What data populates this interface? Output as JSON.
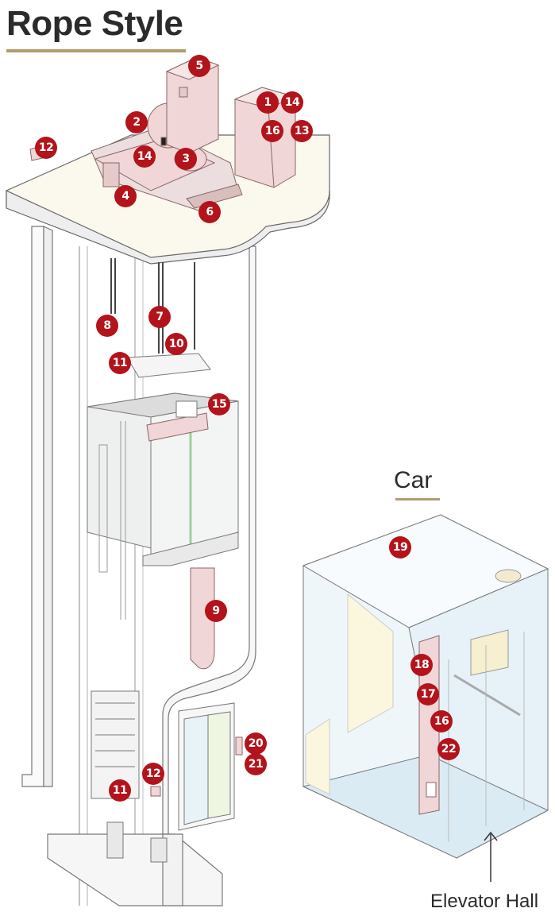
{
  "header": {
    "title": "Rope Style"
  },
  "car_section": {
    "title": "Car",
    "hall_label": "Elevator Hall"
  },
  "markers": {
    "m1": "1",
    "m2": "2",
    "m3": "3",
    "m4": "4",
    "m5": "5",
    "m6": "6",
    "m7": "7",
    "m8": "8",
    "m9": "9",
    "m10": "10",
    "m11a": "11",
    "m11b": "11",
    "m12a": "12",
    "m12b": "12",
    "m13": "13",
    "m14a": "14",
    "m14b": "14",
    "m15": "15",
    "m16a": "16",
    "m16b": "16",
    "m17": "17",
    "m18": "18",
    "m19": "19",
    "m20": "20",
    "m21": "21",
    "m22": "22"
  },
  "colors": {
    "marker": "#b3131b",
    "accent_rule": "#b59a6b",
    "equipment": "#f0d6d6",
    "slab": "#fbf9ee",
    "car_glass": "#e8f3f8"
  }
}
